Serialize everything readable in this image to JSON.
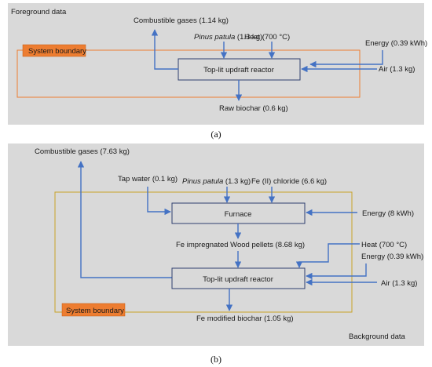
{
  "panel_a": {
    "corner_label": "Foreground data",
    "system_boundary": "System boundary",
    "process": "Top-lit updraft reactor",
    "combustible_gases": "Combustible gases (1.14 kg)",
    "pinus_name": "Pinus patula",
    "pinus_qty": " (1.3 kg)",
    "heat": "Heat (700 °C)",
    "energy": "Energy (0.39 kWh)",
    "air": "Air (1.3 kg)",
    "raw_biochar": "Raw biochar (0.6 kg)",
    "caption": "(a)"
  },
  "panel_b": {
    "combustible_gases": "Combustible gases (7.63 kg)",
    "tap_water": "Tap water (0.1 kg)",
    "pinus_name": "Pinus patula",
    "pinus_qty": " (1.3 kg)",
    "fe_chloride": "Fe (II) chloride (6.6 kg)",
    "furnace": "Furnace",
    "energy_furnace": "Energy (8 kWh)",
    "pellets": "Fe impregnated Wood pellets (8.68 kg)",
    "heat": "Heat (700 °C)",
    "energy_reactor": "Energy (0.39 kWh)",
    "process": "Top-lit updraft reactor",
    "air": "Air (1.3 kg)",
    "system_boundary": "System boundary",
    "modified_biochar": "Fe modified biochar (1.05 kg)",
    "corner_label": "Background data",
    "caption": "(b)"
  },
  "colors": {
    "panel_bg": "#d9d9d9",
    "arrow": "#4472c4",
    "boundary": "#ed7d31",
    "boundary_b": "#c9a227",
    "box_border": "#2f3f6f",
    "boundary_label_fill": "#ed7d31"
  }
}
